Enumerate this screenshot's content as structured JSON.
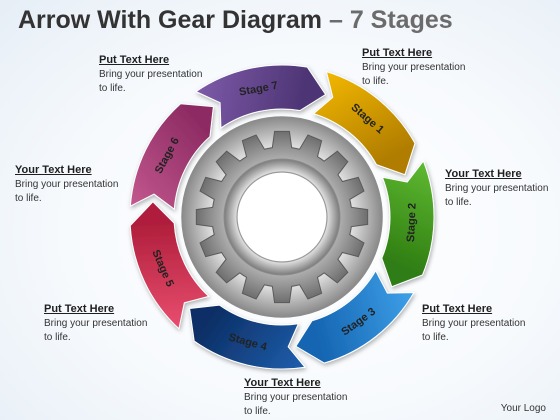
{
  "title": {
    "main": "Arrow With Gear Diagram",
    "separator": "–",
    "subtitle": "7 Stages"
  },
  "stages": [
    {
      "label": "Stage 1",
      "color": "#f2b705",
      "dark": "#b07d00"
    },
    {
      "label": "Stage 2",
      "color": "#5fb931",
      "dark": "#2f7d12"
    },
    {
      "label": "Stage 3",
      "color": "#3ea0e8",
      "dark": "#1565b2"
    },
    {
      "label": "Stage 4",
      "color": "#1f5fad",
      "dark": "#0c2f66"
    },
    {
      "label": "Stage 5",
      "color": "#e94e6f",
      "dark": "#b01f3c"
    },
    {
      "label": "Stage 6",
      "color": "#c2588e",
      "dark": "#8e2c64"
    },
    {
      "label": "Stage 7",
      "color": "#7d5aa8",
      "dark": "#4e3575"
    }
  ],
  "callouts": [
    {
      "title": "Put Text Here",
      "body": "Bring your presentation to life."
    },
    {
      "title": "Put Text Here",
      "body": "Bring your presentation to life."
    },
    {
      "title": "Your Text Here",
      "body": "Bring your presentation to life."
    },
    {
      "title": "Your Text Here",
      "body": "Bring your presentation to life."
    },
    {
      "title": "Put Text Here",
      "body": "Bring your presentation to life."
    },
    {
      "title": "Put Text Here",
      "body": "Bring your presentation to life."
    },
    {
      "title": "Your Text Here",
      "body": "Bring your presentation to life."
    }
  ],
  "gear": {
    "icon": "gear-icon",
    "teeth": 16
  },
  "footer": {
    "logo": "Your Logo"
  }
}
